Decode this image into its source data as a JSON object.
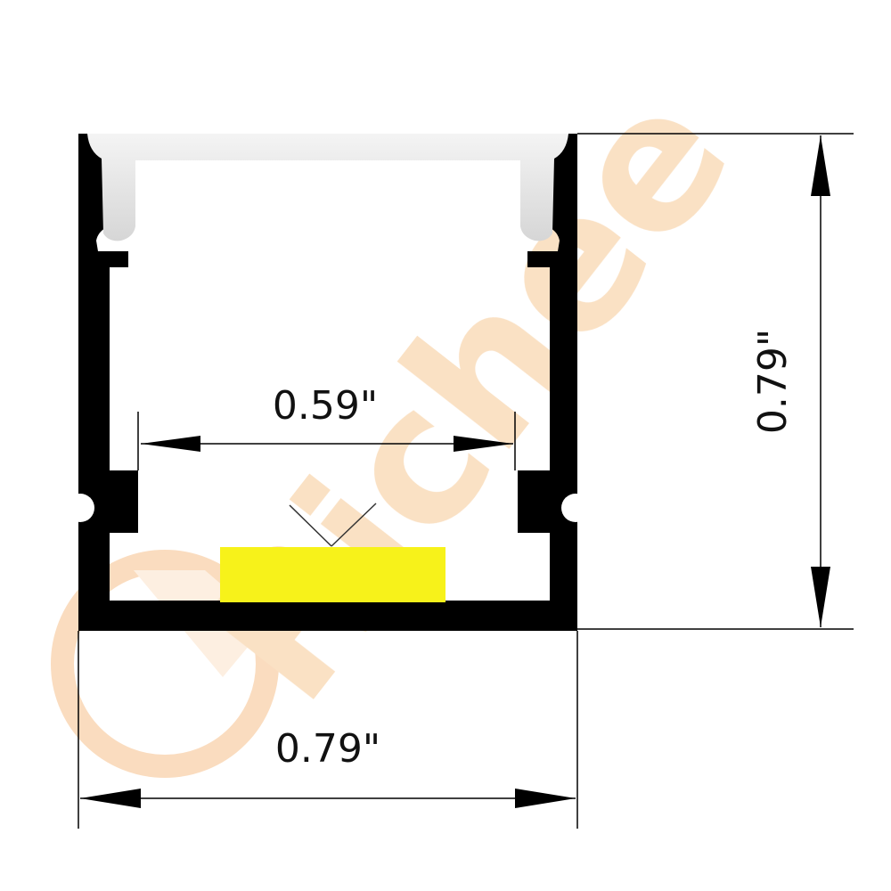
{
  "dimensions": {
    "inner_width": "0.59\"",
    "outer_width": "0.79\"",
    "outer_height": "0.79\""
  },
  "watermark": {
    "text": "Richee",
    "color": "#f7c9a0"
  },
  "colors": {
    "profile": "#000000",
    "diffuser": "#e6e6e6",
    "led_strip": "#f7f21a",
    "dimension_line": "#000000"
  }
}
